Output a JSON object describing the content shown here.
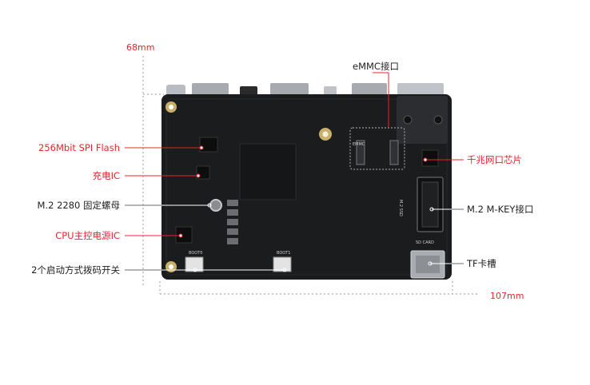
{
  "dimensions": {
    "height": "68mm",
    "width": "107mm"
  },
  "callouts_left": [
    {
      "text": "256Mbit SPI Flash",
      "highlight": true
    },
    {
      "text": "充电IC",
      "highlight": true
    },
    {
      "text": "M.2 2280 固定螺母",
      "highlight": false
    },
    {
      "text": "CPU主控电源IC",
      "highlight": true
    },
    {
      "text": "2个启动方式拨码开关",
      "highlight": false
    }
  ],
  "callouts_right": [
    {
      "text": "eMMC接口",
      "highlight": false
    },
    {
      "text": "千兆网口芯片",
      "highlight": true
    },
    {
      "text": "M.2 M-KEY接口",
      "highlight": false
    },
    {
      "text": "TF卡槽",
      "highlight": false
    }
  ],
  "pcb_silkscreen": {
    "emmc": "EMMC",
    "m2": "M.2 SSD",
    "sd": "SD CARD",
    "boot0": "BOOT0",
    "boot1": "BOOT1"
  },
  "colors": {
    "highlight": "#e8242d",
    "normal": "#222222",
    "board": "#1b1c1e"
  }
}
